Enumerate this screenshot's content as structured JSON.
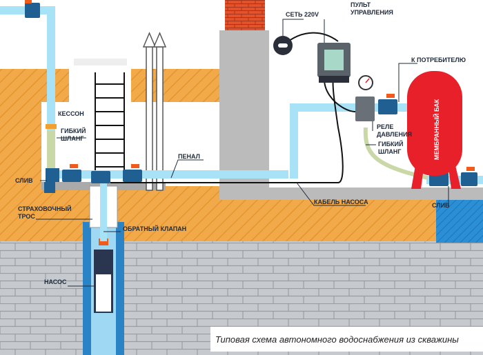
{
  "labels": {
    "caisson": "КЕССОН",
    "flex_hose_left_1": "ГИБКИЙ",
    "flex_hose_left_2": "ШЛАНГ",
    "drain_left": "СЛИВ",
    "safety_rope_1": "СТРАХОВОЧНЫЙ",
    "safety_rope_2": "ТРОС",
    "check_valve": "ОБРАТНЫЙ КЛАПАН",
    "pump": "НАСОС",
    "casing": "ПЕНАЛ",
    "pump_cable": "КАБЕЛЬ НАСОСА",
    "mains": "СЕТЬ 220V",
    "control_panel_1": "ПУЛЬТ",
    "control_panel_2": "УПРАВЛЕНИЯ",
    "to_consumer": "К ПОТРЕБИТЕЛЮ",
    "pressure_switch_1": "РЕЛЕ",
    "pressure_switch_2": "ДАВЛЕНИЯ",
    "flex_hose_right_1": "ГИБКИЙ",
    "flex_hose_right_2": "ШЛАНГ",
    "membrane_tank": "МЕМБРАННЫЙ БАК",
    "drain_right": "СЛИВ"
  },
  "caption": "Типовая схема автономного водоснабжения из скважины",
  "colors": {
    "soil": "#f2a94a",
    "brick": "#c6c9cd",
    "wall": "#bbbbbb",
    "pipe": "#a8e2f6",
    "valve": "#1f5f92",
    "tank": "#e8202a",
    "chimney": "#e3522b",
    "drain_water": "#2b8fd6"
  }
}
